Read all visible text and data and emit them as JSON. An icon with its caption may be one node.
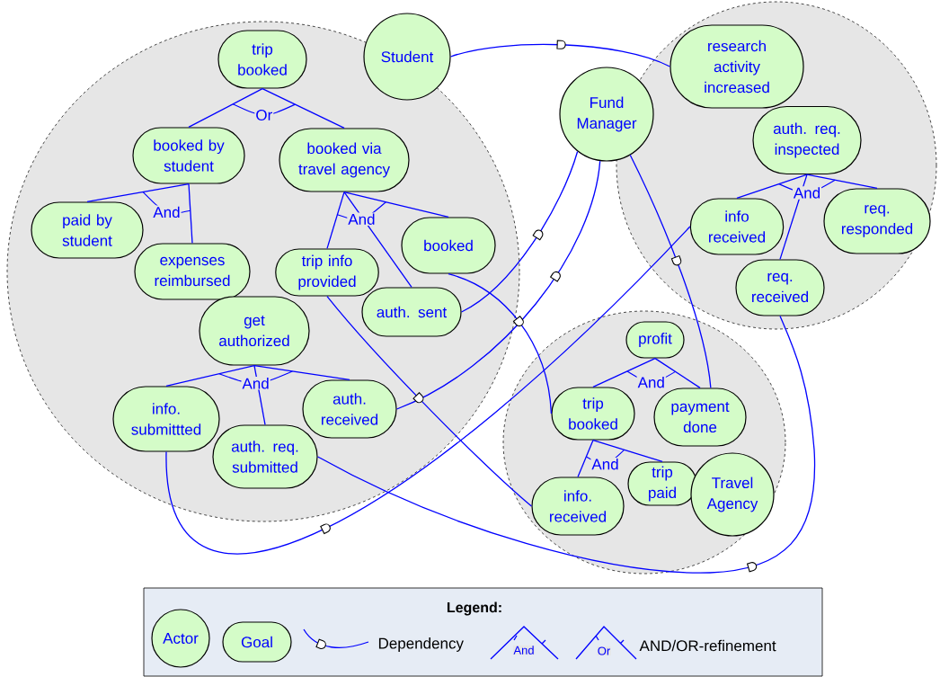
{
  "diagram": {
    "nodes": [
      {
        "text": [],
        "shape": "circle"
      },
      {
        "text": [
          "trip booked"
        ],
        "in": 0
      },
      {
        "text": [
          "booked by student"
        ],
        "in": 0
      },
      {
        "text": [
          "booked via travel agency"
        ],
        "in": 0
      },
      {
        "text": [
          "paid by student"
        ],
        "in": 0
      },
      {
        "text": [
          "expenses reimbursed"
        ],
        "in": 0
      },
      {
        "text": [
          "trip info provided"
        ],
        "in": 0
      },
      {
        "text": [
          "booked"
        ],
        "in": 0
      },
      {
        "text": [
          "auth. sent"
        ],
        "in": 0
      },
      {
        "text": [
          "get authorized"
        ],
        "in": 0
      },
      {
        "text": [
          "info. submittted"
        ],
        "in": 0
      },
      {
        "text": [
          "auth. received"
        ],
        "in": 0
      },
      {
        "text": [
          "auth. req. submitted"
        ],
        "in": 0
      },
      {
        "text": [
          "Student"
        ]
      },
      {
        "text": [
          "Fund Manager"
        ]
      },
      {
        "text": [],
        "shape": "circle"
      },
      {
        "text": [
          "research activity increased"
        ],
        "in": 15
      },
      {
        "text": [
          "auth. req. inspected"
        ],
        "in": 15
      },
      {
        "text": [
          "info received"
        ],
        "in": 15
      },
      {
        "text": [
          "req. responded"
        ],
        "in": 15
      },
      {
        "text": [
          "req. received"
        ],
        "in": 15
      },
      {
        "text": [],
        "shape": "circle"
      },
      {
        "text": [
          "profit"
        ],
        "in": 21
      },
      {
        "text": [
          "trip booked"
        ],
        "in": 21
      },
      {
        "text": [
          "payment done"
        ],
        "in": 21
      },
      {
        "text": [
          "info. received"
        ],
        "in": 21
      },
      {
        "text": [
          "trip paid"
        ],
        "in": 21
      },
      {
        "text": [
          "Travel Agency"
        ],
        "in": 21
      }
    ],
    "edges": [
      {
        "from": 1,
        "to": 2,
        "arrow": "none"
      },
      {
        "from": 1,
        "to": 3,
        "arrow": "none"
      },
      {
        "from": 2,
        "to": 4,
        "arrow": "none"
      },
      {
        "from": 2,
        "to": 5,
        "arrow": "none"
      },
      {
        "from": 3,
        "to": 6,
        "arrow": "none"
      },
      {
        "from": 3,
        "to": 8,
        "arrow": "none"
      },
      {
        "from": 3,
        "to": 7,
        "arrow": "none"
      },
      {
        "from": 9,
        "to": 10,
        "arrow": "none"
      },
      {
        "from": 9,
        "to": 12,
        "arrow": "none"
      },
      {
        "from": 9,
        "to": 11,
        "arrow": "none"
      },
      {
        "from": 17,
        "to": 18,
        "arrow": "none"
      },
      {
        "from": 17,
        "to": 20,
        "arrow": "none"
      },
      {
        "from": 17,
        "to": 19,
        "arrow": "none"
      },
      {
        "from": 22,
        "to": 23,
        "arrow": "none"
      },
      {
        "from": 22,
        "to": 24,
        "arrow": "none"
      },
      {
        "from": 23,
        "to": 25,
        "arrow": "none"
      },
      {
        "from": 23,
        "to": 26,
        "arrow": "none"
      },
      {
        "from": 13,
        "to": 16,
        "arrow": "none"
      },
      {
        "from": 14,
        "to": 8,
        "arrow": "none"
      },
      {
        "from": 14,
        "to": 11,
        "arrow": "none"
      },
      {
        "from": 14,
        "to": 24,
        "arrow": "none"
      },
      {
        "from": 18,
        "to": 10,
        "arrow": "none"
      },
      {
        "from": 6,
        "to": 25,
        "arrow": "none"
      },
      {
        "from": 7,
        "to": 23,
        "arrow": "none"
      },
      {
        "from": 12,
        "to": 20,
        "arrow": "none"
      }
    ],
    "labels": [
      "Or",
      "And",
      "And",
      "And",
      "And",
      "And",
      "And",
      "Legend:",
      "And",
      "Or"
    ],
    "legend": [
      {
        "text": "Actor"
      },
      {
        "text": "Goal"
      },
      {
        "text": "Dependency"
      },
      {
        "text": "AND/OR-refinement"
      }
    ]
  }
}
